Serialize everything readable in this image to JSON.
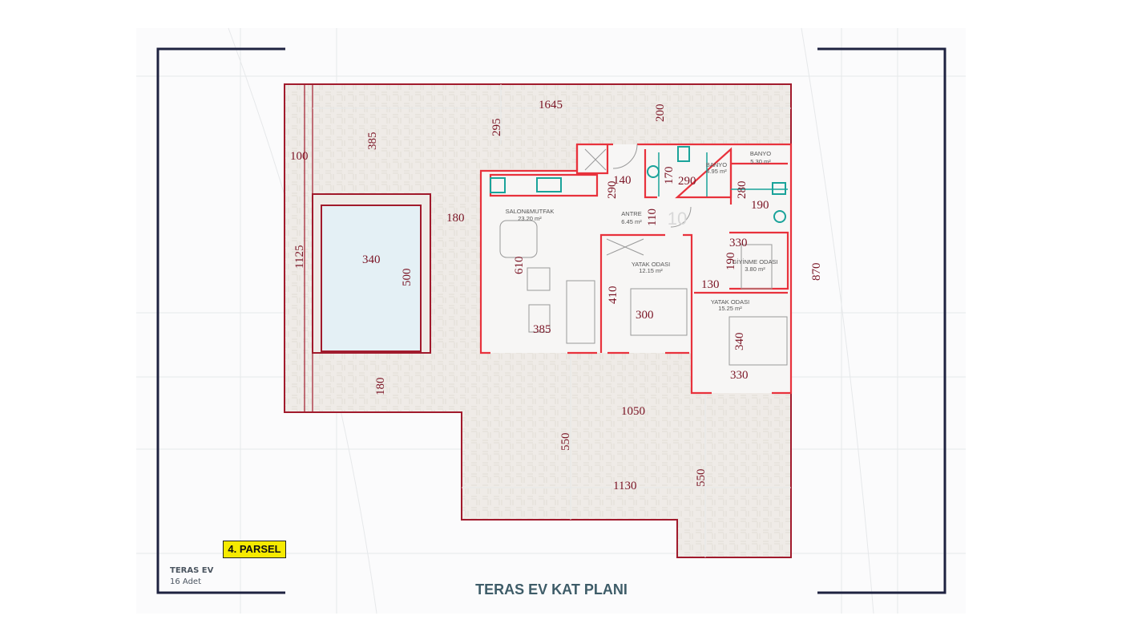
{
  "title": "TERAS EV KAT PLANI",
  "parcel_badge": "4. PARSEL",
  "info": {
    "type": "TERAS EV",
    "count": "16 Adet"
  },
  "colors": {
    "wall": "#e8323c",
    "outline": "#a11a2c",
    "dimension": "#7a1424",
    "badge": "#f6ea00",
    "frame": "#1e2240",
    "fixtures": "#1aa39a"
  },
  "rooms": [
    {
      "name": "SALON&MUTFAK",
      "area": "23.20  m²"
    },
    {
      "name": "ANTRE",
      "area": "6.45  m²"
    },
    {
      "name": "BANYO",
      "area": "4.95 m²"
    },
    {
      "name": "BANYO",
      "area": "5.30 m²"
    },
    {
      "name": "YATAK ODASI",
      "area": "12.15 m²"
    },
    {
      "name": "GİYİNME ODASI",
      "area": "3.80 m²"
    },
    {
      "name": "YATAK ODASI",
      "area": "15.25 m²"
    }
  ],
  "background_number": "10",
  "dimensions": [
    "1645",
    "295",
    "200",
    "385",
    "100",
    "180",
    "1125",
    "340",
    "500",
    "610",
    "385",
    "140",
    "290",
    "170",
    "290",
    "280",
    "190",
    "110",
    "330",
    "190",
    "130",
    "410",
    "300",
    "340",
    "330",
    "870",
    "180",
    "1050",
    "550",
    "1130",
    "550"
  ]
}
